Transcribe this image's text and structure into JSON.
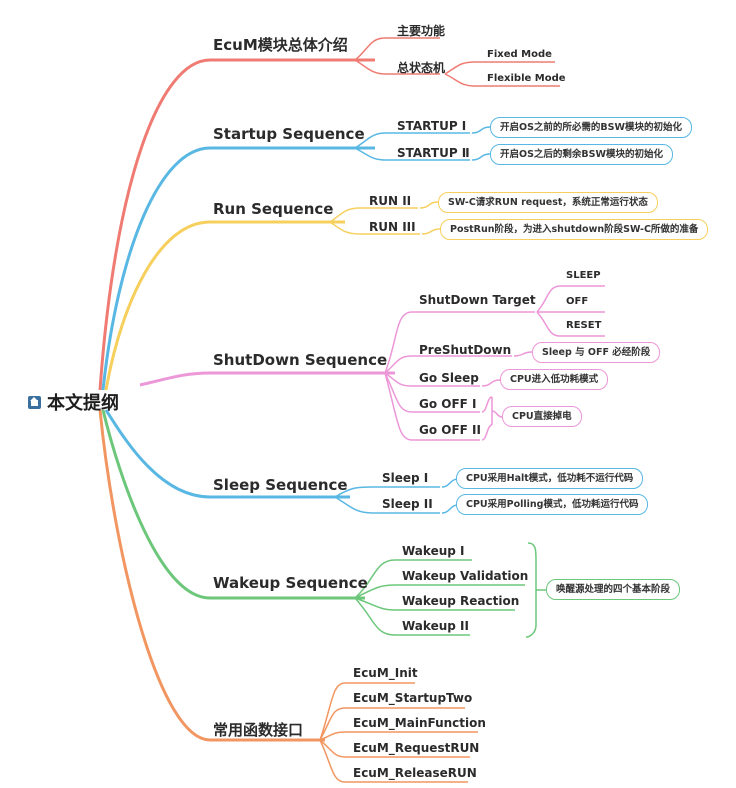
{
  "root": {
    "label": "本文提纲",
    "icon": "home-icon"
  },
  "colors": {
    "red": "#ef7b73",
    "blue": "#58b7e3",
    "yellow": "#f6cf5c",
    "pink": "#ec97d8",
    "green": "#6cc77a",
    "orange": "#f29661"
  },
  "branches": {
    "intro": {
      "label": "EcuM模块总体介绍",
      "main_function": "主要功能",
      "state_machine": "总状态机",
      "fixed_mode": "Fixed Mode",
      "flexible_mode": "Flexible Mode"
    },
    "startup": {
      "label": "Startup Sequence",
      "startup_i": "STARTUP Ⅰ",
      "startup_ii": "STARTUP Ⅱ",
      "note_i": "开启OS之前的所必需的BSW模块的初始化",
      "note_ii": "开启OS之后的剩余BSW模块的初始化"
    },
    "run": {
      "label": "Run Sequence",
      "run_ii": "RUN II",
      "run_iii": "RUN III",
      "note_ii": "SW-C请求RUN request，系统正常运行状态",
      "note_iii": "PostRun阶段，为进入shutdown阶段SW-C所做的准备"
    },
    "shutdown": {
      "label": "ShutDown Sequence",
      "target": "ShutDown Target",
      "sleep": "SLEEP",
      "off": "OFF",
      "reset": "RESET",
      "preshutdown": "PreShutDown",
      "preshutdown_note": "Sleep 与 OFF 必经阶段",
      "go_sleep": "Go Sleep",
      "go_sleep_note": "CPU进入低功耗模式",
      "go_off_i": "Go OFF I",
      "go_off_ii": "Go OFF II",
      "go_off_note": "CPU直接掉电"
    },
    "sleep": {
      "label": "Sleep Sequence",
      "sleep_i": "Sleep I",
      "sleep_ii": "Sleep II",
      "note_i": "CPU采用Halt模式，低功耗不运行代码",
      "note_ii": "CPU采用Polling模式，低功耗运行代码"
    },
    "wakeup": {
      "label": "Wakeup Sequence",
      "wakeup_i": "Wakeup I",
      "validation": "Wakeup Validation",
      "reaction": "Wakeup Reaction",
      "wakeup_ii": "Wakeup II",
      "note": "唤醒源处理的四个基本阶段"
    },
    "api": {
      "label": "常用函数接口",
      "items": [
        "EcuM_Init",
        "EcuM_StartupTwo",
        "EcuM_MainFunction",
        "EcuM_RequestRUN",
        "EcuM_ReleaseRUN"
      ]
    }
  }
}
